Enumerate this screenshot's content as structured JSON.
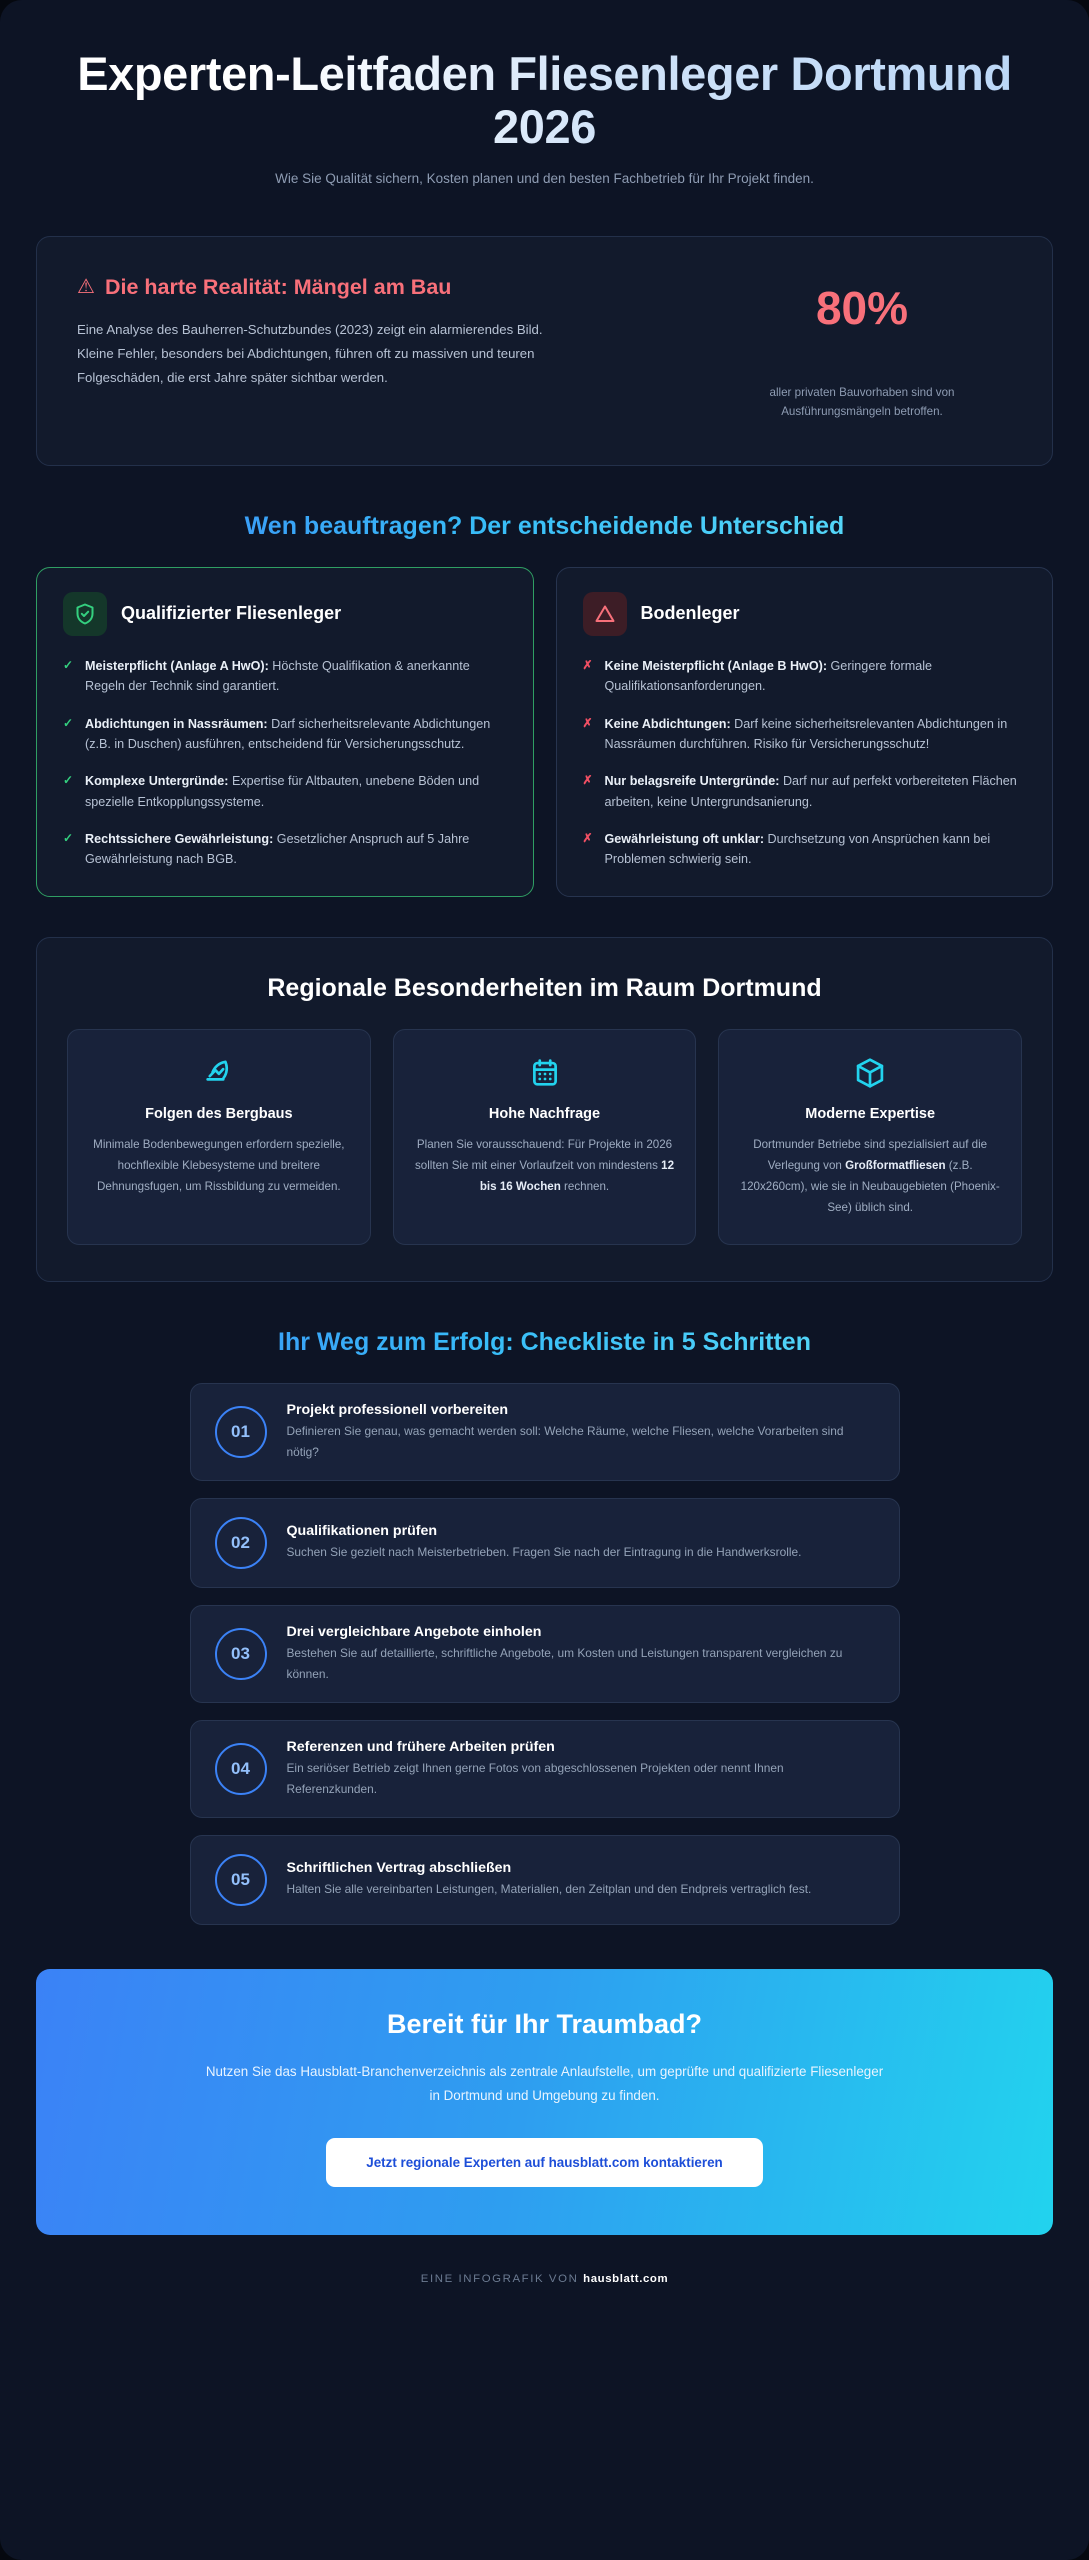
{
  "header": {
    "title": "Experten-Leitfaden Fliesenleger Dortmund 2026",
    "subtitle": "Wie Sie Qualität sichern, Kosten planen und den besten Fachbetrieb für Ihr Projekt finden."
  },
  "stats": {
    "warning_icon": "warning-triangle-icon",
    "title": "Die harte Realität: Mängel am Bau",
    "body": "Eine Analyse des Bauherren-Schutzbundes (2023) zeigt ein alarmierendes Bild. Kleine Fehler, besonders bei Abdichtungen, führen oft zu massiven und teuren Folgeschäden, die erst Jahre später sichtbar werden.",
    "big_number": "80%",
    "big_caption": "aller privaten Bauvorhaben sind von Ausführungsmängeln betroffen.",
    "accent_color": "#f8707a"
  },
  "comparison": {
    "heading": "Wen beauftragen? Der entscheidende Unterschied",
    "good": {
      "icon": "shield-check-icon",
      "title": "Qualifizierter Fliesenleger",
      "mark": "✓",
      "border_color": "#2f9e63",
      "items": [
        {
          "bold": "Meisterpflicht (Anlage A HwO):",
          "rest": " Höchste Qualifikation & anerkannte Regeln der Technik sind garantiert."
        },
        {
          "bold": "Abdichtungen in Nassräumen:",
          "rest": " Darf sicherheitsrelevante Abdichtungen (z.B. in Duschen) ausführen, entscheidend für Versicherungsschutz."
        },
        {
          "bold": "Komplexe Untergründe:",
          "rest": " Expertise für Altbauten, unebene Böden und spezielle Entkopplungssysteme."
        },
        {
          "bold": "Rechtssichere Gewährleistung:",
          "rest": " Gesetzlicher Anspruch auf 5 Jahre Gewährleistung nach BGB."
        }
      ]
    },
    "bad": {
      "icon": "alert-triangle-icon",
      "title": "Bodenleger",
      "mark": "✗",
      "border_color": "#27344f",
      "items": [
        {
          "bold": "Keine Meisterpflicht (Anlage B HwO):",
          "rest": " Geringere formale Qualifikationsanforderungen."
        },
        {
          "bold": "Keine Abdichtungen:",
          "rest": " Darf keine sicherheitsrelevanten Abdichtungen in Nassräumen durchführen. Risiko für Versicherungsschutz!"
        },
        {
          "bold": "Nur belagsreife Untergründe:",
          "rest": " Darf nur auf perfekt vorbereiteten Flächen arbeiten, keine Untergrundsanierung."
        },
        {
          "bold": "Gewährleistung oft unklar:",
          "rest": " Durchsetzung von Ansprüchen kann bei Problemen schwierig sein."
        }
      ]
    }
  },
  "regional": {
    "heading": "Regionale Besonderheiten im Raum Dortmund",
    "cards": [
      {
        "icon": "pickaxe-mining-icon",
        "title": "Folgen des Bergbaus",
        "body_pre": "Minimale Bodenbewegungen erfordern spezielle, hochflexible Klebesysteme und breitere Dehnungsfugen, um Rissbildung zu vermeiden.",
        "body_bold": "",
        "body_post": ""
      },
      {
        "icon": "calendar-icon",
        "title": "Hohe Nachfrage",
        "body_pre": "Planen Sie vorausschauend: Für Projekte in 2026 sollten Sie mit einer Vorlaufzeit von mindestens ",
        "body_bold": "12 bis 16 Wochen",
        "body_post": " rechnen."
      },
      {
        "icon": "box-3d-icon",
        "title": "Moderne Expertise",
        "body_pre": "Dortmunder Betriebe sind spezialisiert auf die Verlegung von ",
        "body_bold": "Großformatfliesen",
        "body_post": " (z.B. 120x260cm), wie sie in Neubaugebieten (Phoenix-See) üblich sind."
      }
    ]
  },
  "checklist": {
    "heading": "Ihr Weg zum Erfolg: Checkliste in 5 Schritten",
    "steps": [
      {
        "number": "01",
        "title": "Projekt professionell vorbereiten",
        "desc": "Definieren Sie genau, was gemacht werden soll: Welche Räume, welche Fliesen, welche Vorarbeiten sind nötig?"
      },
      {
        "number": "02",
        "title": "Qualifikationen prüfen",
        "desc": "Suchen Sie gezielt nach Meisterbetrieben. Fragen Sie nach der Eintragung in die Handwerksrolle."
      },
      {
        "number": "03",
        "title": "Drei vergleichbare Angebote einholen",
        "desc": "Bestehen Sie auf detaillierte, schriftliche Angebote, um Kosten und Leistungen transparent vergleichen zu können."
      },
      {
        "number": "04",
        "title": "Referenzen und frühere Arbeiten prüfen",
        "desc": "Ein seriöser Betrieb zeigt Ihnen gerne Fotos von abgeschlossenen Projekten oder nennt Ihnen Referenzkunden."
      },
      {
        "number": "05",
        "title": "Schriftlichen Vertrag abschließen",
        "desc": "Halten Sie alle vereinbarten Leistungen, Materialien, den Zeitplan und den Endpreis vertraglich fest."
      }
    ]
  },
  "cta": {
    "title": "Bereit für Ihr Traumbad?",
    "text": "Nutzen Sie das Hausblatt-Branchenverzeichnis als zentrale Anlaufstelle, um geprüfte und qualifizierte Fliesenleger in Dortmund und Umgebung zu finden.",
    "button_label": "Jetzt regionale Experten auf hausblatt.com kontaktieren",
    "gradient_from": "#3b82f6",
    "gradient_to": "#22d3ee"
  },
  "footer": {
    "prefix": "EINE INFOGRAFIK VON ",
    "brand": "hausblatt.com"
  }
}
